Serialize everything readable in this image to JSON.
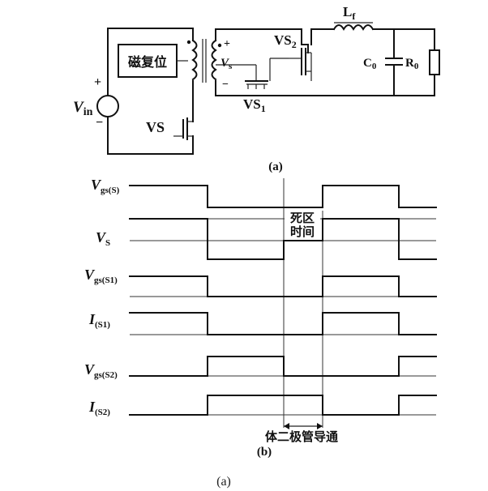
{
  "circuit": {
    "mag_reset": "磁复位",
    "vin": "V",
    "vin_sub": "in",
    "plus": "+",
    "minus": "−",
    "vs": "VS",
    "vs1": "VS",
    "vs1_sub": "1",
    "vs2": "VS",
    "vs2_sub": "2",
    "vsec": "V",
    "vsec_sub": "s",
    "lf": "L",
    "lf_sub": "f",
    "c0": "C",
    "c0_sub": "0",
    "r0": "R",
    "r0_sub": "0",
    "caption": "(a)"
  },
  "timing": {
    "signals": [
      {
        "label": "V",
        "sub": "gs(S)"
      },
      {
        "label": "V",
        "sub": "S"
      },
      {
        "label": "V",
        "sub": "gs(S1)"
      },
      {
        "label": "I",
        "sub": "(S1)"
      },
      {
        "label": "V",
        "sub": "gs(S2)"
      },
      {
        "label": "I",
        "sub": "(S2)"
      }
    ],
    "dead_time_line1": "死区",
    "dead_time_line2": "时间",
    "body_diode": "体二极管导通",
    "caption": "(b)"
  },
  "figure_caption": "(a)"
}
